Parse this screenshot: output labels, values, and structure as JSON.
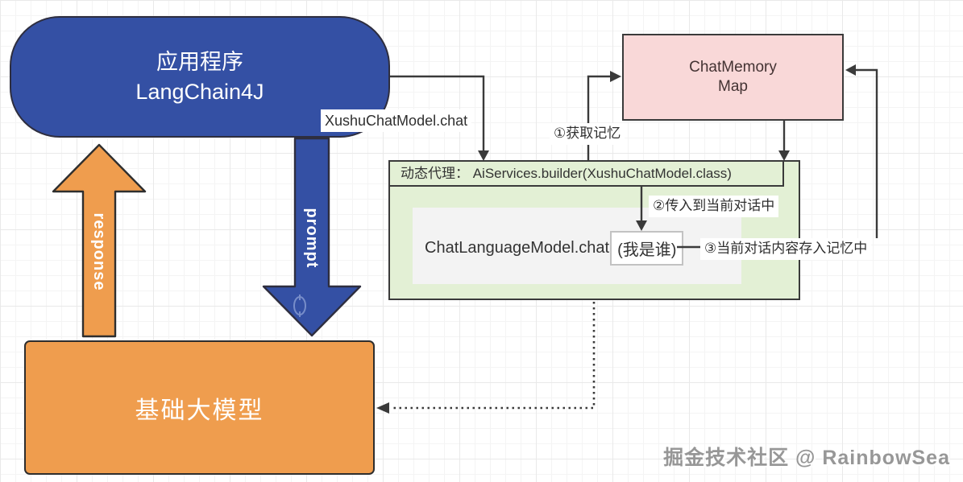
{
  "colors": {
    "blue": "#3450a4",
    "orange": "#ef9d4e",
    "pink": "#f9d8d8",
    "green": "#e3f0d5",
    "line": "#3a3a3a"
  },
  "nodes": {
    "app": {
      "line1": "应用程序",
      "line2": "LangChain4J"
    },
    "chat_memory": {
      "line1": "ChatMemory",
      "line2": "Map"
    },
    "proxy": {
      "title": "动态代理： AiServices.builder(XushuChatModel.class)",
      "call": "ChatLanguageModel.chat",
      "message": "(我是谁)"
    },
    "base_model": {
      "label": "基础大模型"
    }
  },
  "flows": {
    "invoke_label": "XushuChatModel.chat",
    "response_label": "response",
    "prompt_label": "prompt",
    "step1": "①获取记忆",
    "step2": "②传入到当前对话中",
    "step3": "③当前对话内容存入记忆中"
  },
  "watermark": "掘金技术社区 @ RainbowSea"
}
